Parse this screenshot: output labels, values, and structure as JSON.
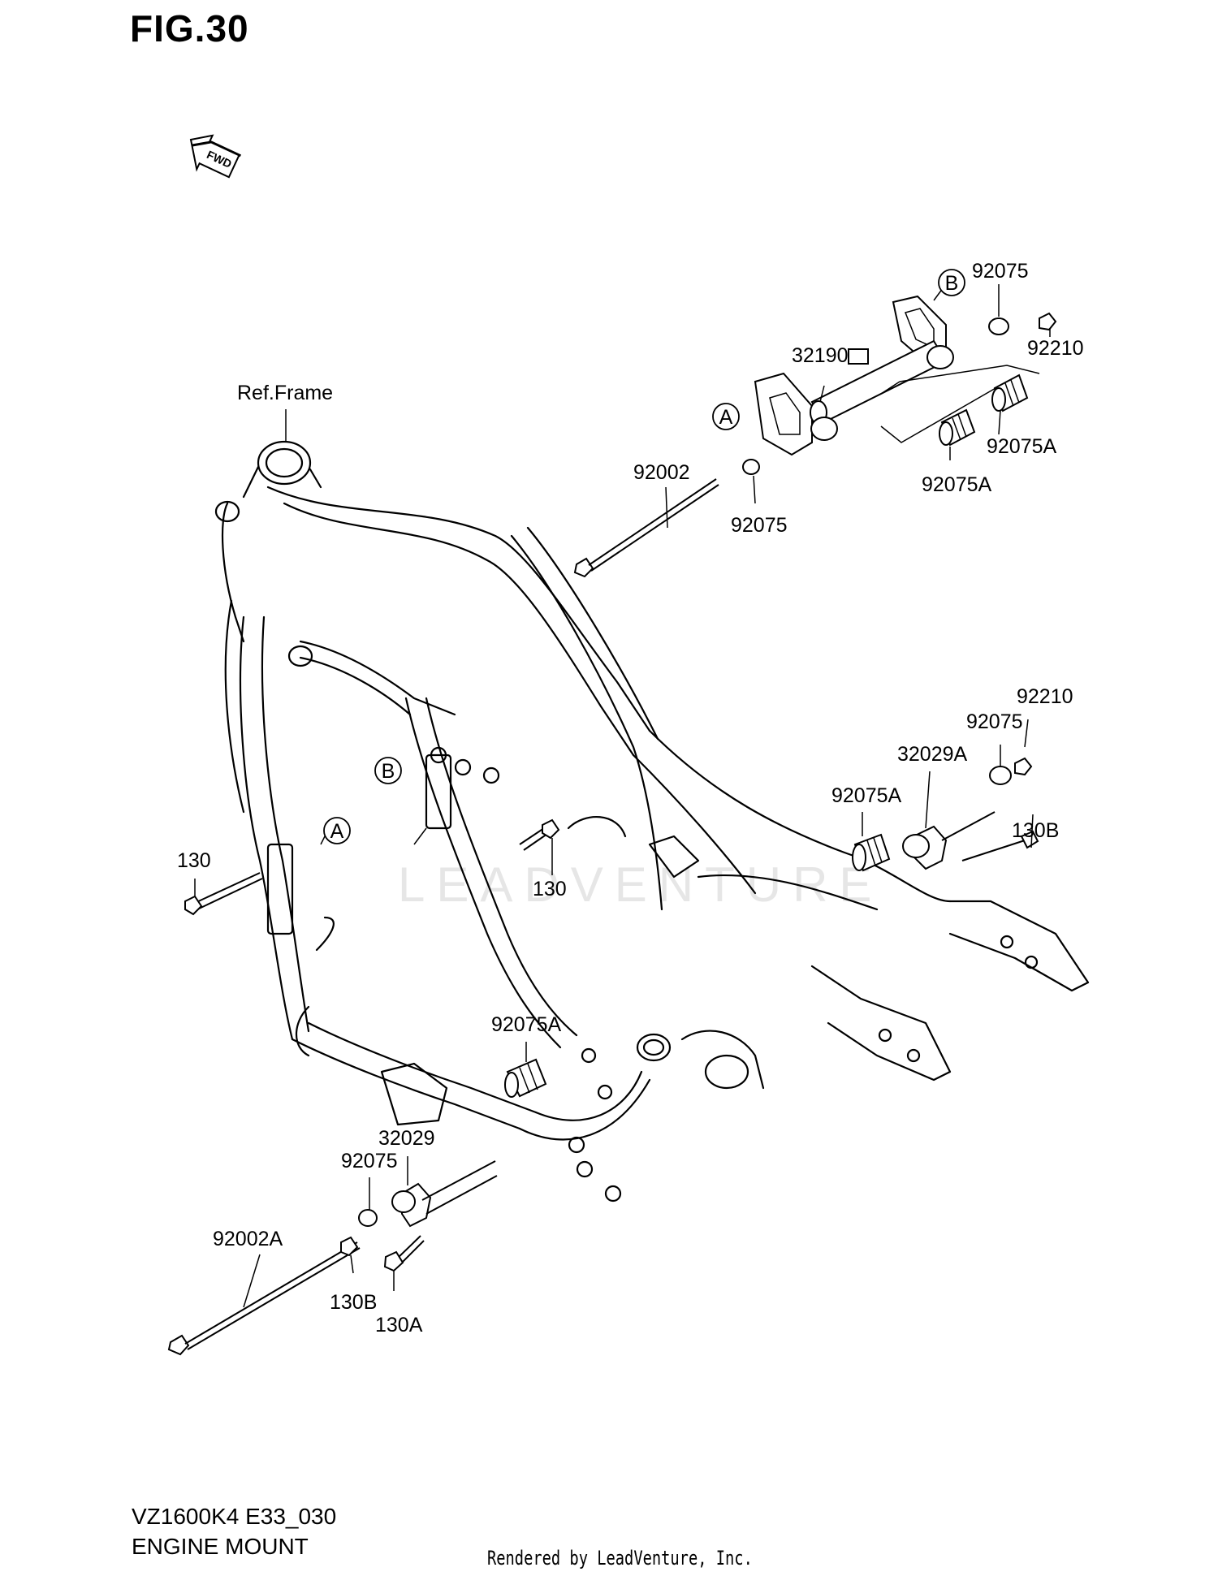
{
  "figure": {
    "title": "FIG.30",
    "model_code": "VZ1600K4 E33_030",
    "section_title": "ENGINE MOUNT",
    "rendered_by": "Rendered by LeadVenture, Inc.",
    "watermark": "LEADVENTURE",
    "fwd_badge": "FWD"
  },
  "callouts": {
    "ref_frame": "Ref.Frame",
    "c_a_top": "A",
    "c_b_top": "B",
    "c_a_left": "A",
    "c_b_left": "B"
  },
  "parts": {
    "p_92075_top": "92075",
    "p_92210_top": "92210",
    "p_32190": "32190",
    "p_92075A_right": "92075A",
    "p_92075A_mid": "92075A",
    "p_92002": "92002",
    "p_92075_mid": "92075",
    "p_92210_right": "92210",
    "p_92075_right": "92075",
    "p_32029A": "32029A",
    "p_92075A_right2": "92075A",
    "p_130B_right": "130B",
    "p_130_left": "130",
    "p_130_center": "130",
    "p_92075A_bottom": "92075A",
    "p_32029": "32029",
    "p_92075_bottom": "92075",
    "p_92002A": "92002A",
    "p_130B_bottom": "130B",
    "p_130A": "130A"
  }
}
